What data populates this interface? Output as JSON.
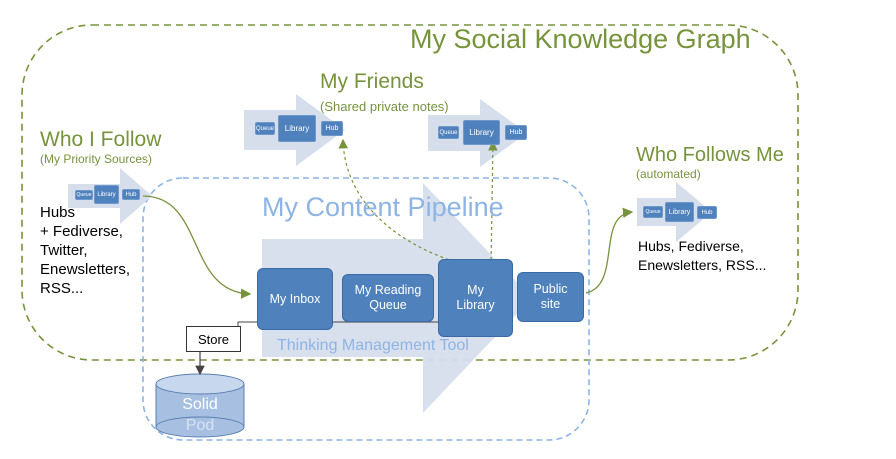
{
  "graph": {
    "title": "My Social Knowledge Graph"
  },
  "friends": {
    "title": "My Friends",
    "subtitle": "(Shared private notes)"
  },
  "follow": {
    "title": "Who I Follow",
    "subtitle": "(My Priority Sources)",
    "sources": [
      "Hubs",
      "+ Fediverse,",
      "Twitter,",
      "Enewsletters,",
      "RSS..."
    ]
  },
  "followers": {
    "title": "Who Follows Me",
    "subtitle": "(automated)",
    "channels": [
      "Hubs, Fediverse,",
      "Enewsletters, RSS..."
    ]
  },
  "pipeline": {
    "title": "My Content Pipeline",
    "tool_label": "Thinking Management Tool",
    "stages": {
      "inbox": "My Inbox",
      "reading_queue": [
        "My Reading",
        "Queue"
      ],
      "library": [
        "My",
        "Library"
      ],
      "public_site": [
        "Public",
        "site"
      ]
    }
  },
  "mini_chain": {
    "queue": "Queue",
    "library": "Library",
    "hub": "Hub"
  },
  "storage": {
    "store_label": "Store",
    "pod_label": [
      "Solid",
      "Pod"
    ]
  },
  "colors": {
    "green": "#77933c",
    "blue_box": "#4f81bd",
    "light_blue": "#8eb4e3",
    "arrow_fill": "#d6deec"
  }
}
